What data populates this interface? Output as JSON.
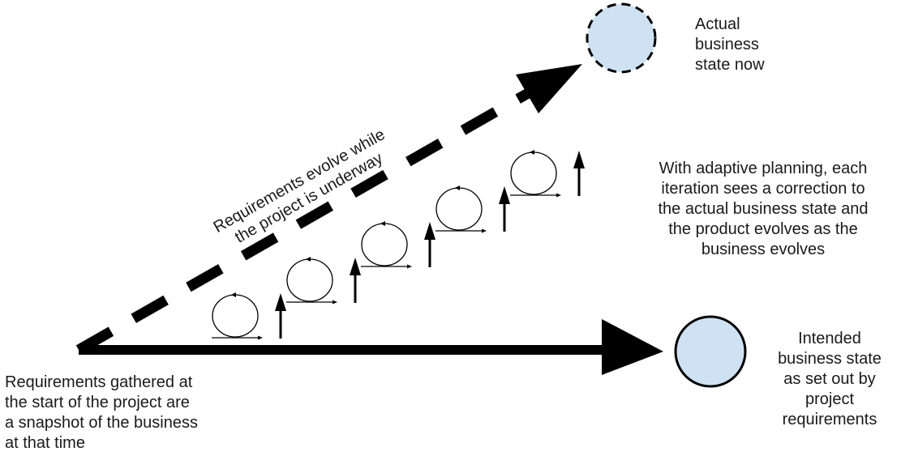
{
  "diagram": {
    "title": "Adaptive planning vs fixed requirements",
    "colors": {
      "stroke": "#000000",
      "state_fill": "#cfe2f3",
      "text": "#1a1a1a"
    },
    "nodes": {
      "actual_state": {
        "label": "Actual\nbusiness\nstate now",
        "border": "dashed"
      },
      "intended_state": {
        "label": "Intended\nbusiness state\nas set out by\nproject\nrequirements",
        "border": "solid"
      }
    },
    "edges": {
      "requirements_evolve": {
        "style": "dashed",
        "from": "start",
        "to": "actual_state",
        "label": "Requirements evolve while\nthe project is underway"
      },
      "fixed_requirements": {
        "style": "solid",
        "from": "start",
        "to": "intended_state"
      }
    },
    "annotations": {
      "start_note": "Requirements gathered at\nthe start of the project are\na snapshot of the business\nat that time",
      "adaptive_note": "With adaptive planning, each\niteration sees a correction to\nthe actual business state and\nthe product evolves as the\nbusiness evolves"
    },
    "iterations": {
      "count": 5,
      "icon": "iteration-cycle-icon",
      "correction_icon": "up-arrow-icon"
    }
  }
}
